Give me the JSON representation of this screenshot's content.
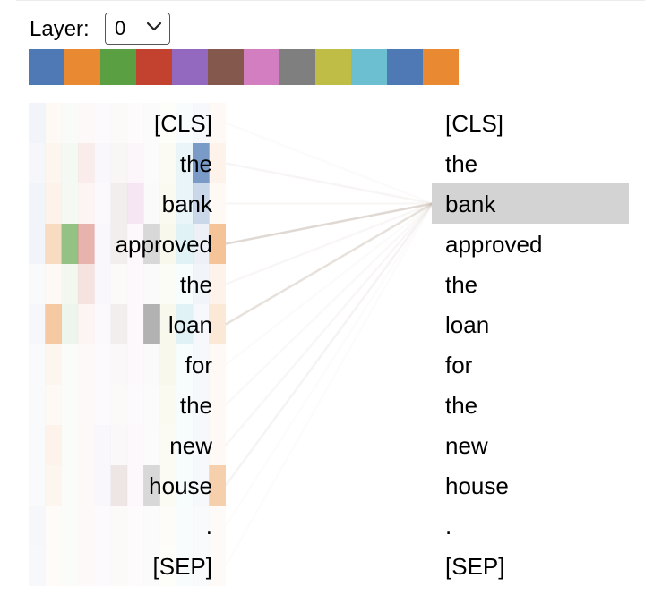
{
  "layer_selector": {
    "label": "Layer:",
    "value": "0"
  },
  "head_colors": [
    "#4e79b5",
    "#e98a32",
    "#5aa042",
    "#c2412f",
    "#9369bf",
    "#84584d",
    "#d37ec0",
    "#7f7f7f",
    "#c0bd46",
    "#6bbfd1",
    "#4e79b5",
    "#e98a32"
  ],
  "attention": {
    "selected_index": 2,
    "left_tokens": [
      "[CLS]",
      "the",
      "bank",
      "approved",
      "the",
      "loan",
      "for",
      "the",
      "new",
      "house",
      ".",
      "[SEP]"
    ],
    "right_tokens": [
      "[CLS]",
      "the",
      "bank",
      "approved",
      "the",
      "loan",
      "for",
      "the",
      "new",
      "house",
      ".",
      "[SEP]"
    ],
    "line_color": "#c2b3a8",
    "weights": [
      0.05,
      0.12,
      0.1,
      0.5,
      0.1,
      0.4,
      0.06,
      0.08,
      0.1,
      0.15,
      0.04,
      0.04
    ],
    "heatmap_opacity": [
      [
        0.08,
        0.05,
        0.04,
        0.03,
        0.03,
        0.03,
        0.03,
        0.03,
        0.03,
        0.04,
        0.05,
        0.05
      ],
      [
        0.06,
        0.08,
        0.06,
        0.1,
        0.05,
        0.05,
        0.08,
        0.03,
        0.06,
        0.15,
        0.75,
        0.1
      ],
      [
        0.08,
        0.1,
        0.06,
        0.05,
        0.04,
        0.1,
        0.2,
        0.04,
        0.08,
        0.15,
        0.3,
        0.05
      ],
      [
        0.08,
        0.3,
        0.65,
        0.4,
        0.05,
        0.1,
        0.05,
        0.3,
        0.1,
        0.2,
        0.1,
        0.5
      ],
      [
        0.04,
        0.05,
        0.08,
        0.15,
        0.05,
        0.03,
        0.05,
        0.04,
        0.05,
        0.05,
        0.08,
        0.1
      ],
      [
        0.06,
        0.45,
        0.1,
        0.05,
        0.04,
        0.1,
        0.05,
        0.6,
        0.1,
        0.2,
        0.05,
        0.2
      ],
      [
        0.04,
        0.08,
        0.03,
        0.03,
        0.03,
        0.04,
        0.05,
        0.04,
        0.1,
        0.05,
        0.05,
        0.05
      ],
      [
        0.04,
        0.05,
        0.03,
        0.03,
        0.03,
        0.03,
        0.04,
        0.03,
        0.08,
        0.05,
        0.05,
        0.05
      ],
      [
        0.04,
        0.1,
        0.03,
        0.03,
        0.05,
        0.04,
        0.05,
        0.03,
        0.06,
        0.05,
        0.05,
        0.05
      ],
      [
        0.04,
        0.08,
        0.03,
        0.03,
        0.05,
        0.15,
        0.05,
        0.3,
        0.06,
        0.05,
        0.05,
        0.4
      ],
      [
        0.06,
        0.03,
        0.03,
        0.03,
        0.03,
        0.03,
        0.03,
        0.03,
        0.04,
        0.04,
        0.04,
        0.04
      ],
      [
        0.05,
        0.03,
        0.03,
        0.03,
        0.03,
        0.03,
        0.03,
        0.03,
        0.03,
        0.04,
        0.04,
        0.04
      ]
    ]
  }
}
